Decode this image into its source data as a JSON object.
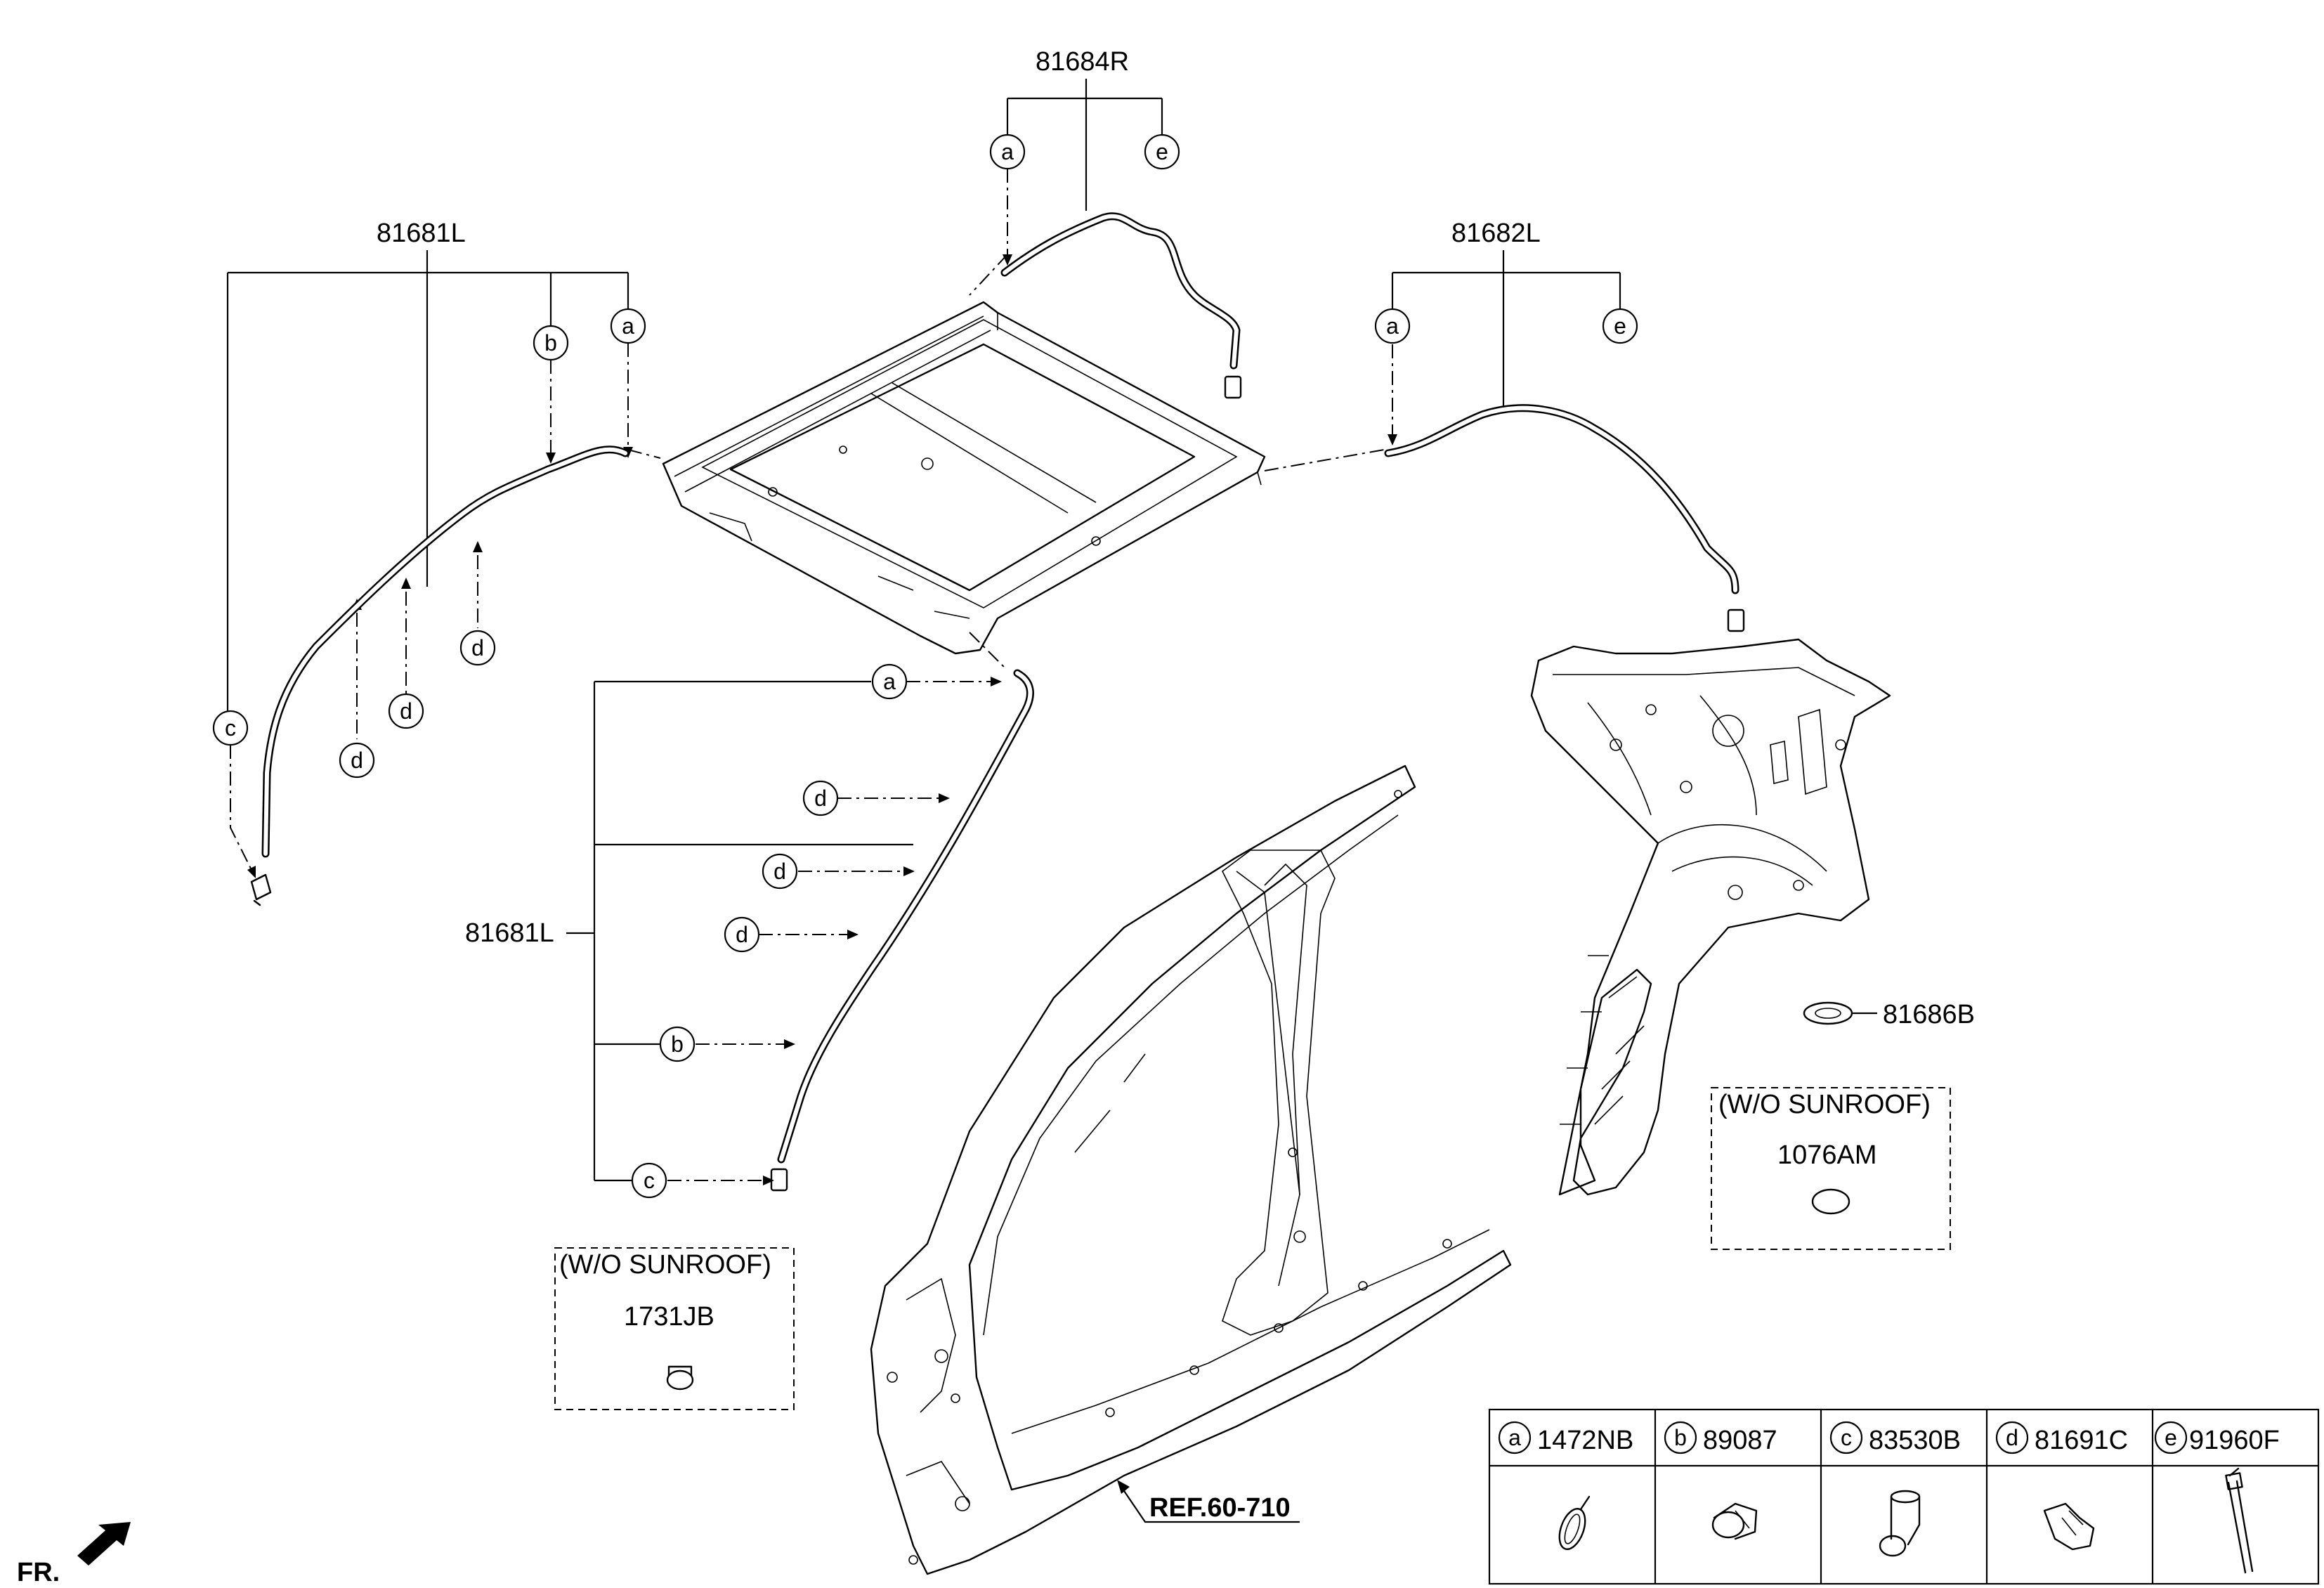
{
  "labels": {
    "part_81684R": "81684R",
    "part_81681L_top": "81681L",
    "part_81682L": "81682L",
    "part_81681L_mid": "81681L",
    "part_81686B": "81686B",
    "wo_sunroof_right": "(W/O SUNROOF)",
    "part_1076AM": "1076AM",
    "wo_sunroof_left": "(W/O SUNROOF)",
    "part_1731JB": "1731JB",
    "ref": "REF.60-710",
    "front": "FR."
  },
  "callouts": {
    "a": "a",
    "b": "b",
    "c": "c",
    "d": "d",
    "e": "e"
  },
  "legend": [
    {
      "letter": "a",
      "part": "1472NB"
    },
    {
      "letter": "b",
      "part": "89087"
    },
    {
      "letter": "c",
      "part": "83530B"
    },
    {
      "letter": "d",
      "part": "81691C"
    },
    {
      "letter": "e",
      "part": "91960F"
    }
  ]
}
